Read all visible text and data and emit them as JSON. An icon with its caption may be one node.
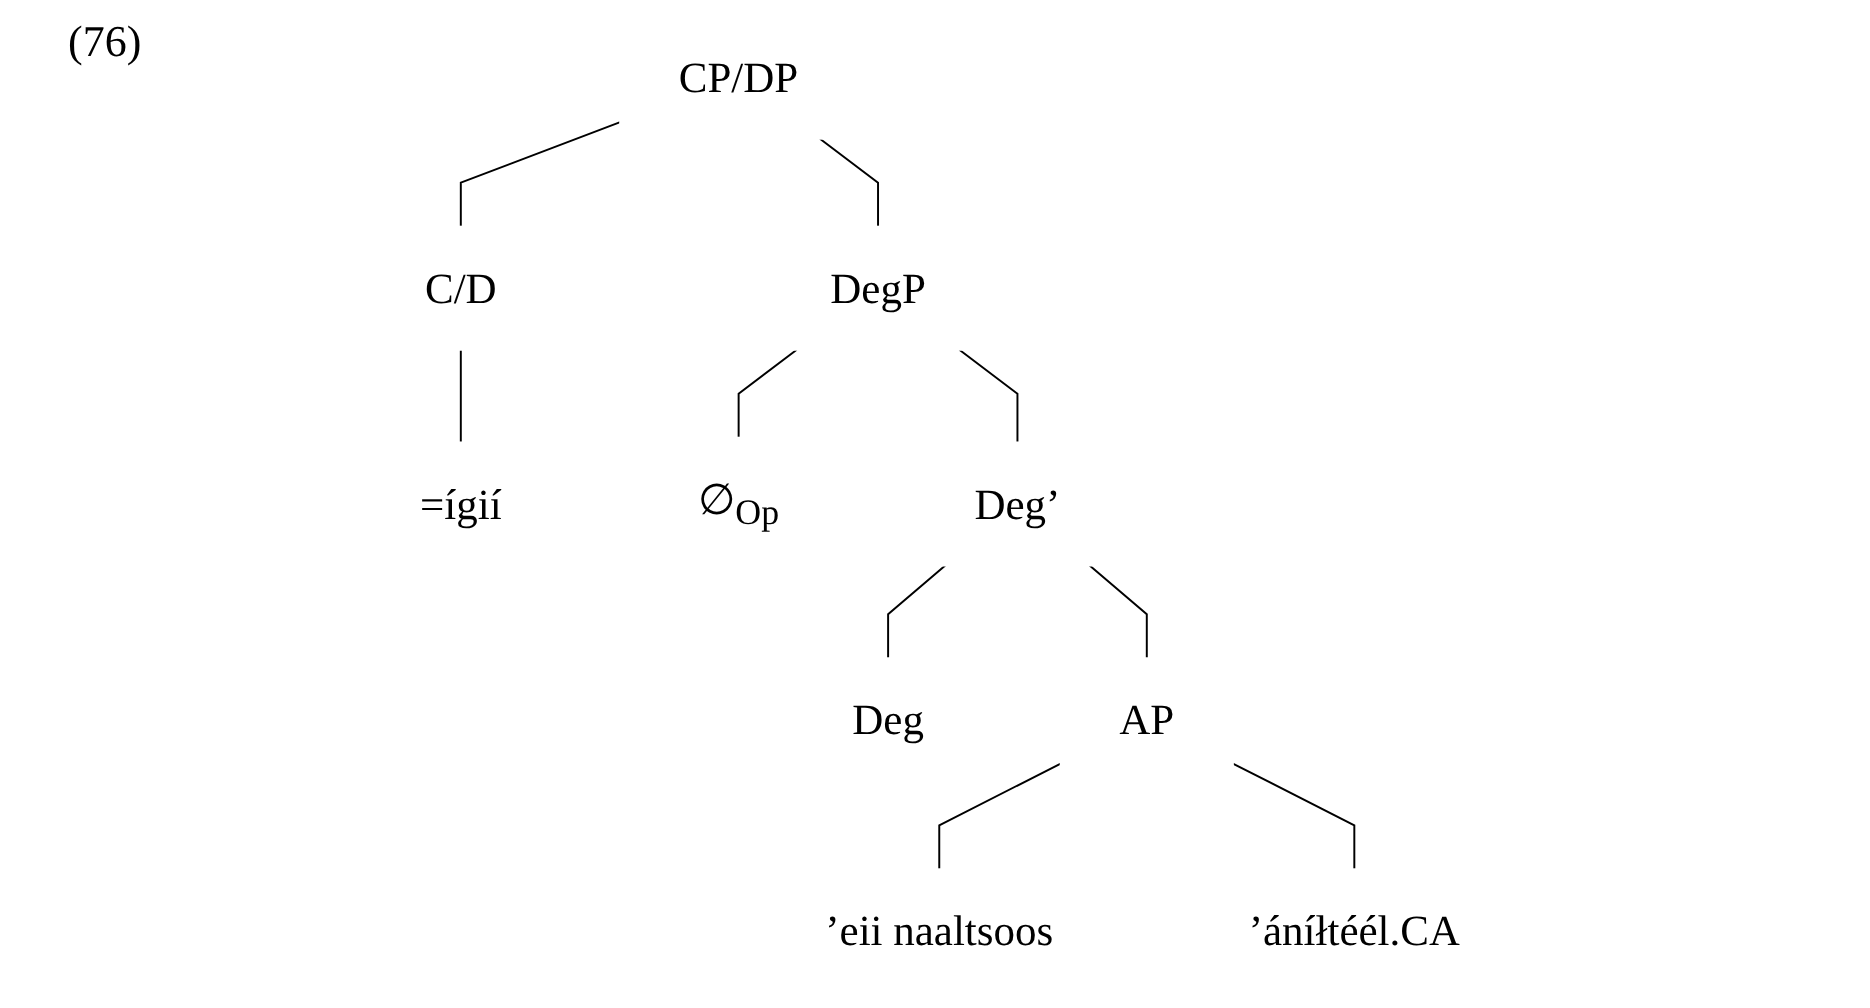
{
  "diagram": {
    "nodes": [
      {
        "text": [
          "CP/DP"
        ]
      },
      {
        "text": [
          "C/D"
        ]
      },
      {
        "text": [
          "DegP"
        ]
      },
      {
        "text": [
          "=ígií"
        ]
      },
      {
        "text": [
          "∅$_{Op}$"
        ]
      },
      {
        "text": [
          "Deg’"
        ]
      },
      {
        "text": [
          "Deg"
        ]
      },
      {
        "text": [
          "AP"
        ]
      },
      {
        "text": [
          "’eii naaltsoos"
        ]
      },
      {
        "text": [
          "’áníłtéél.CA"
        ]
      }
    ],
    "edges": [
      {
        "from": 0,
        "to": 1,
        "arrow": "none"
      },
      {
        "from": 0,
        "to": 2,
        "arrow": "none"
      },
      {
        "from": 1,
        "to": 3,
        "arrow": "none"
      },
      {
        "from": 2,
        "to": 4,
        "arrow": "none"
      },
      {
        "from": 2,
        "to": 5,
        "arrow": "none"
      },
      {
        "from": 5,
        "to": 6,
        "arrow": "none"
      },
      {
        "from": 5,
        "to": 7,
        "arrow": "none"
      },
      {
        "from": 7,
        "to": 8,
        "arrow": "none"
      },
      {
        "from": 7,
        "to": 9,
        "arrow": "none"
      }
    ],
    "labels": [
      "(76)"
    ]
  }
}
